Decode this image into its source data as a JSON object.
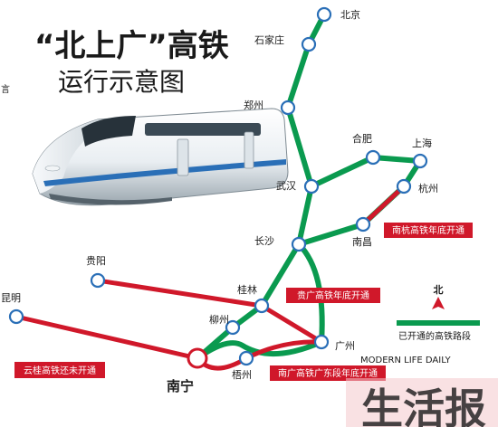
{
  "title": {
    "quote_open": "“",
    "highlight": "北上广",
    "quote_close": "”",
    "rest": "高铁",
    "subtitle": "运行示意图"
  },
  "legend": {
    "north_label": "北",
    "opened_label": "已开通的高铁路段"
  },
  "colors": {
    "opened": "#0a9a4f",
    "planned": "#d0182a",
    "title_blue": "#2a6fb7",
    "callout_bg": "#d0182a",
    "node_fill": "#ffffff",
    "node_stroke": "#2a6fb7",
    "nanning_stroke": "#d0182a"
  },
  "cities": {
    "beijing": "北京",
    "shijiazhuang": "石家庄",
    "zhengzhou": "郑州",
    "hefei": "合肥",
    "shanghai": "上海",
    "wuhan": "武汉",
    "hangzhou": "杭州",
    "nanchang": "南昌",
    "changsha": "长沙",
    "guiyang": "贵阳",
    "guilin": "桂林",
    "kunming": "昆明",
    "liuzhou": "柳州",
    "guangzhou": "广州",
    "nanning": "南宁",
    "wuzhou": "梧州"
  },
  "callouts": {
    "nanhang": "南杭高铁年底开通",
    "guiguang": "贵广高铁年底开通",
    "yungui": "云桂高铁还未开通",
    "nanguang": "南广高铁广东段年底开通"
  },
  "watermark": {
    "brand": "MODERN LIFE DAILY",
    "stamp": "当代生活报",
    "big": "生活报"
  },
  "left_edge_text": "言",
  "train": {
    "icon": "high-speed-train-icon"
  }
}
